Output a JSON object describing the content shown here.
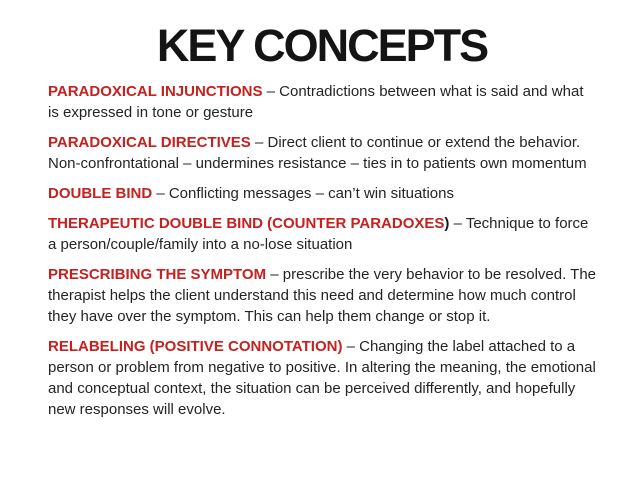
{
  "slide": {
    "title": "KEY CONCEPTS",
    "accent_color": "#c6201f",
    "text_color": "#242424",
    "background_color": "#ffffff",
    "concepts": [
      {
        "term": "PARADOXICAL INJUNCTIONS",
        "suffix": "",
        "definition": " – Contradictions between what is said and what is expressed in tone or gesture"
      },
      {
        "term": "PARADOXICAL DIRECTIVES",
        "suffix": "",
        "definition": " – Direct client to continue or extend the behavior. Non-confrontational – undermines resistance – ties in to patients own momentum"
      },
      {
        "term": "DOUBLE BIND",
        "suffix": "",
        "definition": " – Conflicting messages – can’t win situations"
      },
      {
        "term": "THERAPEUTIC DOUBLE BIND (COUNTER PARADOXES",
        "suffix": ")",
        "definition": " – Technique to force a person/couple/family into a no-lose situation"
      },
      {
        "term": "PRESCRIBING THE SYMPTOM",
        "suffix": "",
        "definition": " – prescribe the very behavior to be resolved. The therapist helps the client understand this need and determine how much control they have over the symptom. This can help them change or stop it."
      },
      {
        "term": "RELABELING (POSITIVE CONNOTATION)",
        "suffix": "",
        "definition": " – Changing the label attached to a person or problem from negative to positive. In altering the meaning, the emotional and conceptual context, the situation can be perceived differently, and hopefully new responses will evolve."
      }
    ]
  }
}
